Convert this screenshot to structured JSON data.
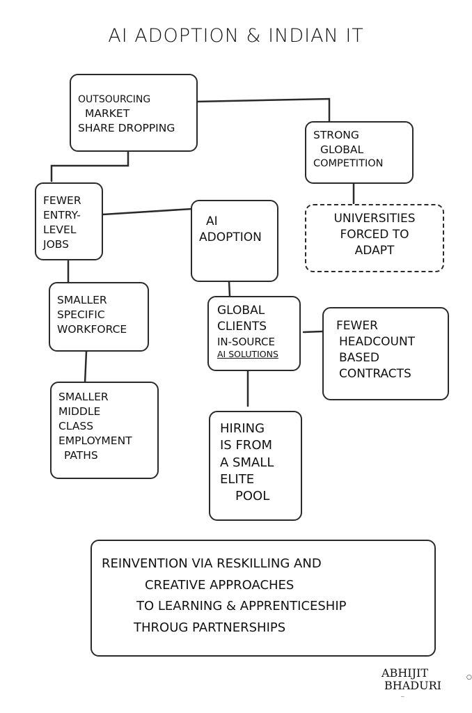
{
  "title": "AI ADOPTION & INDIAN IT",
  "nodes": {
    "outsourcing": {
      "lines": [
        "OUTSOURCING",
        "MARKET",
        "SHARE DROPPING"
      ]
    },
    "competition": {
      "lines": [
        "STRONG",
        "GLOBAL",
        "COMPETITION"
      ]
    },
    "universities": {
      "lines": [
        "UNIVERSITIES",
        "FORCED TO",
        "ADAPT"
      ],
      "style": "dashed"
    },
    "entry_jobs": {
      "lines": [
        "FEWER",
        "ENTRY-",
        "LEVEL",
        "JOBS"
      ]
    },
    "ai_adoption": {
      "lines": [
        "AI",
        "ADOPTION"
      ]
    },
    "workforce": {
      "lines": [
        "SMALLER",
        "SPECIFIC",
        "WORKFORCE"
      ]
    },
    "insource": {
      "lines": [
        "GLOBAL",
        "CLIENTS",
        "IN-SOURCE",
        "AI SOLUTIONS"
      ]
    },
    "headcount": {
      "lines": [
        "FEWER",
        "HEADCOUNT",
        "BASED",
        "CONTRACTS"
      ]
    },
    "middle_class": {
      "lines": [
        "SMALLER",
        "MIDDLE",
        "CLASS",
        "EMPLOYMENT",
        "PATHS"
      ]
    },
    "hiring": {
      "lines": [
        "HIRING",
        "IS FROM",
        "A SMALL",
        "ELITE",
        "POOL"
      ]
    },
    "reinvention": {
      "lines": [
        "REINVENTION VIA RESKILLING AND",
        "CREATIVE APPROACHES",
        "TO LEARNING & APPRENTICESHIP",
        "THROUG PARTNERSHIPS"
      ]
    }
  },
  "edges": [
    [
      "outsourcing",
      "competition"
    ],
    [
      "outsourcing",
      "entry_jobs"
    ],
    [
      "competition",
      "universities"
    ],
    [
      "entry_jobs",
      "ai_adoption"
    ],
    [
      "entry_jobs",
      "workforce"
    ],
    [
      "ai_adoption",
      "insource"
    ],
    [
      "insource",
      "headcount"
    ],
    [
      "workforce",
      "middle_class"
    ],
    [
      "insource",
      "hiring"
    ]
  ],
  "signature": {
    "first": "ABHIJIT",
    "last": "BHADURI"
  }
}
